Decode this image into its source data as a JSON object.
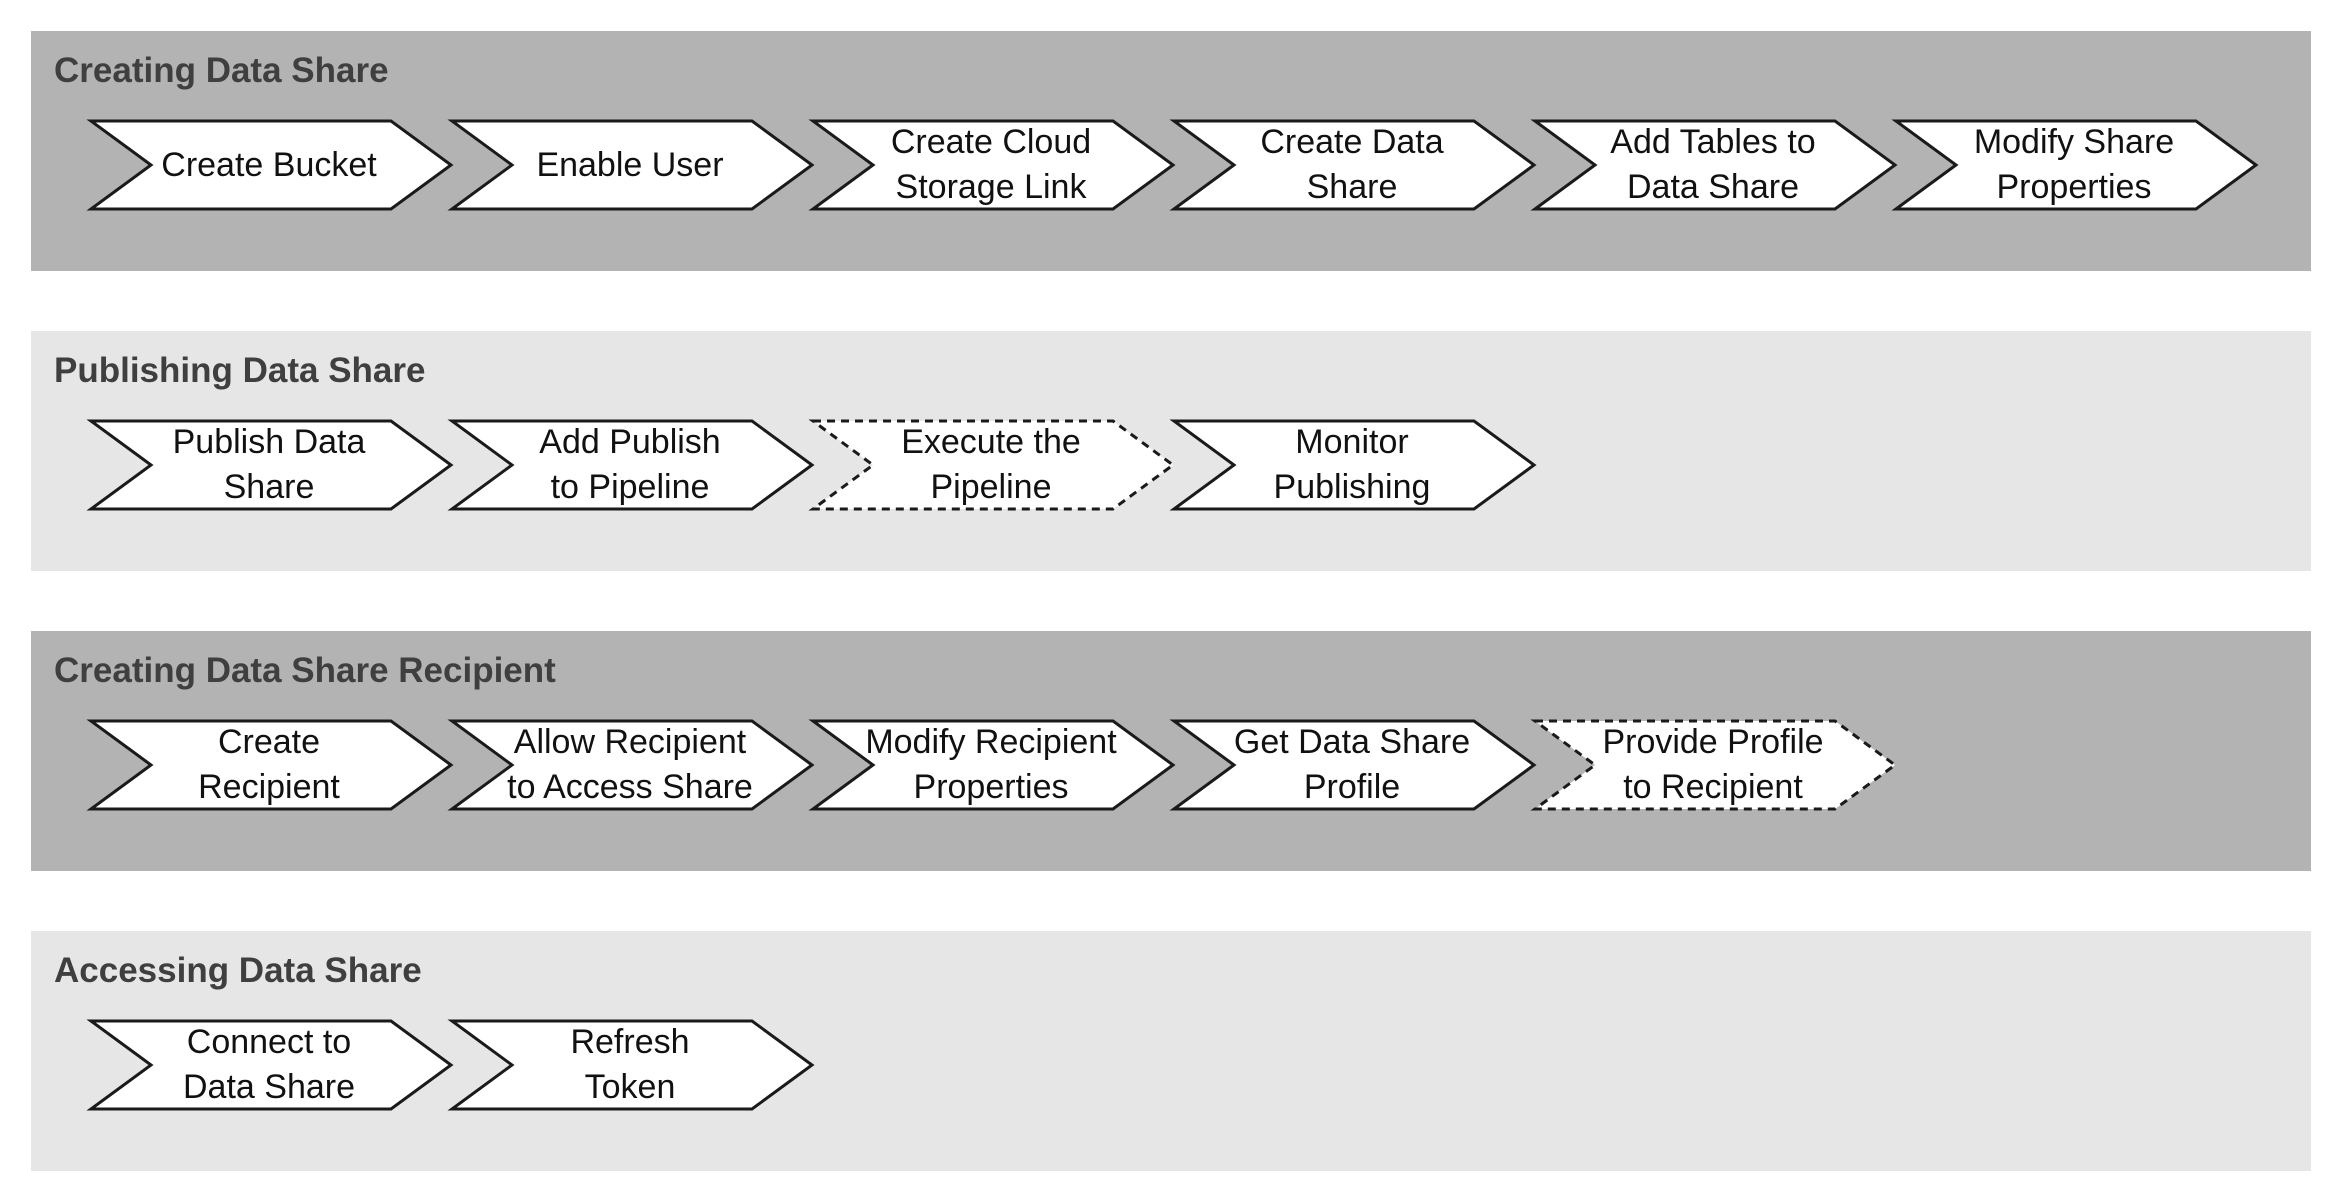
{
  "sections": [
    {
      "title": "Creating Data Share",
      "shade": "dark",
      "steps": [
        {
          "label": "Create Bucket",
          "dashed": false
        },
        {
          "label": "Enable User",
          "dashed": false
        },
        {
          "label": "Create Cloud\nStorage Link",
          "dashed": false
        },
        {
          "label": "Create Data\nShare",
          "dashed": false
        },
        {
          "label": "Add Tables to\nData Share",
          "dashed": false
        },
        {
          "label": "Modify Share\nProperties",
          "dashed": false
        }
      ]
    },
    {
      "title": "Publishing Data Share",
      "shade": "light",
      "steps": [
        {
          "label": "Publish Data\nShare",
          "dashed": false
        },
        {
          "label": "Add Publish\nto Pipeline",
          "dashed": false
        },
        {
          "label": "Execute the\nPipeline",
          "dashed": true
        },
        {
          "label": "Monitor\nPublishing",
          "dashed": false
        }
      ]
    },
    {
      "title": "Creating Data Share Recipient",
      "shade": "dark",
      "steps": [
        {
          "label": "Create\nRecipient",
          "dashed": false
        },
        {
          "label": "Allow Recipient\nto Access Share",
          "dashed": false
        },
        {
          "label": "Modify Recipient\nProperties",
          "dashed": false
        },
        {
          "label": "Get Data Share\nProfile",
          "dashed": false
        },
        {
          "label": "Provide Profile\nto Recipient",
          "dashed": true
        }
      ]
    },
    {
      "title": "Accessing Data Share",
      "shade": "light",
      "steps": [
        {
          "label": "Connect to\nData Share",
          "dashed": false
        },
        {
          "label": "Refresh\nToken",
          "dashed": false
        }
      ]
    }
  ],
  "colors": {
    "band_dark": "#b3b3b3",
    "band_light": "#e6e6e6",
    "title_text": "#3f3f3f",
    "step_fill": "#ffffff",
    "step_stroke": "#1a1a1a"
  }
}
